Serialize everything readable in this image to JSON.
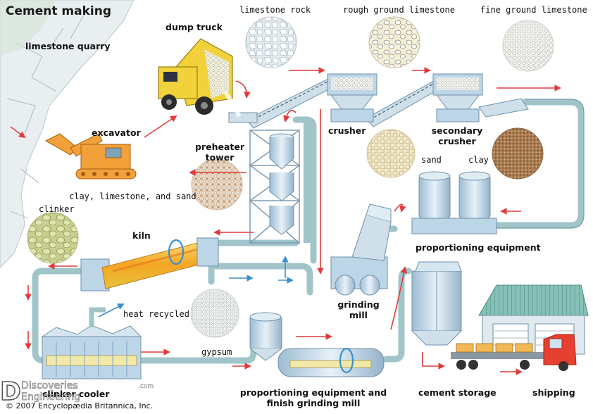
{
  "title": "Cement making",
  "labels": {
    "limestone_quarry": "limestone quarry",
    "dump_truck": "dump truck",
    "limestone_rock": "limestone rock",
    "rough_ground": "rough ground limestone",
    "fine_ground": "fine ground limestone",
    "excavator": "excavator",
    "crusher": "crusher",
    "secondary_crusher_1": "secondary",
    "secondary_crusher_2": "crusher",
    "preheater_1": "preheater",
    "preheater_2": "tower",
    "clay_limestone_sand": "clay, limestone, and sand",
    "sand": "sand",
    "clay": "clay",
    "clinker": "clinker",
    "kiln": "kiln",
    "proportioning_equipment": "proportioning equipment",
    "grinding_mill_1": "grinding",
    "grinding_mill_2": "mill",
    "heat_recycled": "heat recycled",
    "gypsum": "gypsum",
    "clinker_cooler": "clinker cooler",
    "finish_1": "proportioning equipment and",
    "finish_2": "finish grinding mill",
    "cement_storage": "cement storage",
    "shipping": "shipping"
  },
  "copyright": "© 2007 Encyclopædia Britannica, Inc.",
  "watermark": {
    "letter": "D",
    "line1": "Discoveries",
    "suffix": ".com",
    "line2": "Engineering"
  },
  "colors": {
    "pipe": "#9fc5c9",
    "pipe_dark": "#6f9ea3",
    "arrow": "#e23a3a",
    "machine": "#bcd6e8",
    "machine_dark": "#7ea3c2",
    "orange": "#f2a03a",
    "yellow": "#f2d23a",
    "truck_cab": "#e8402f"
  }
}
